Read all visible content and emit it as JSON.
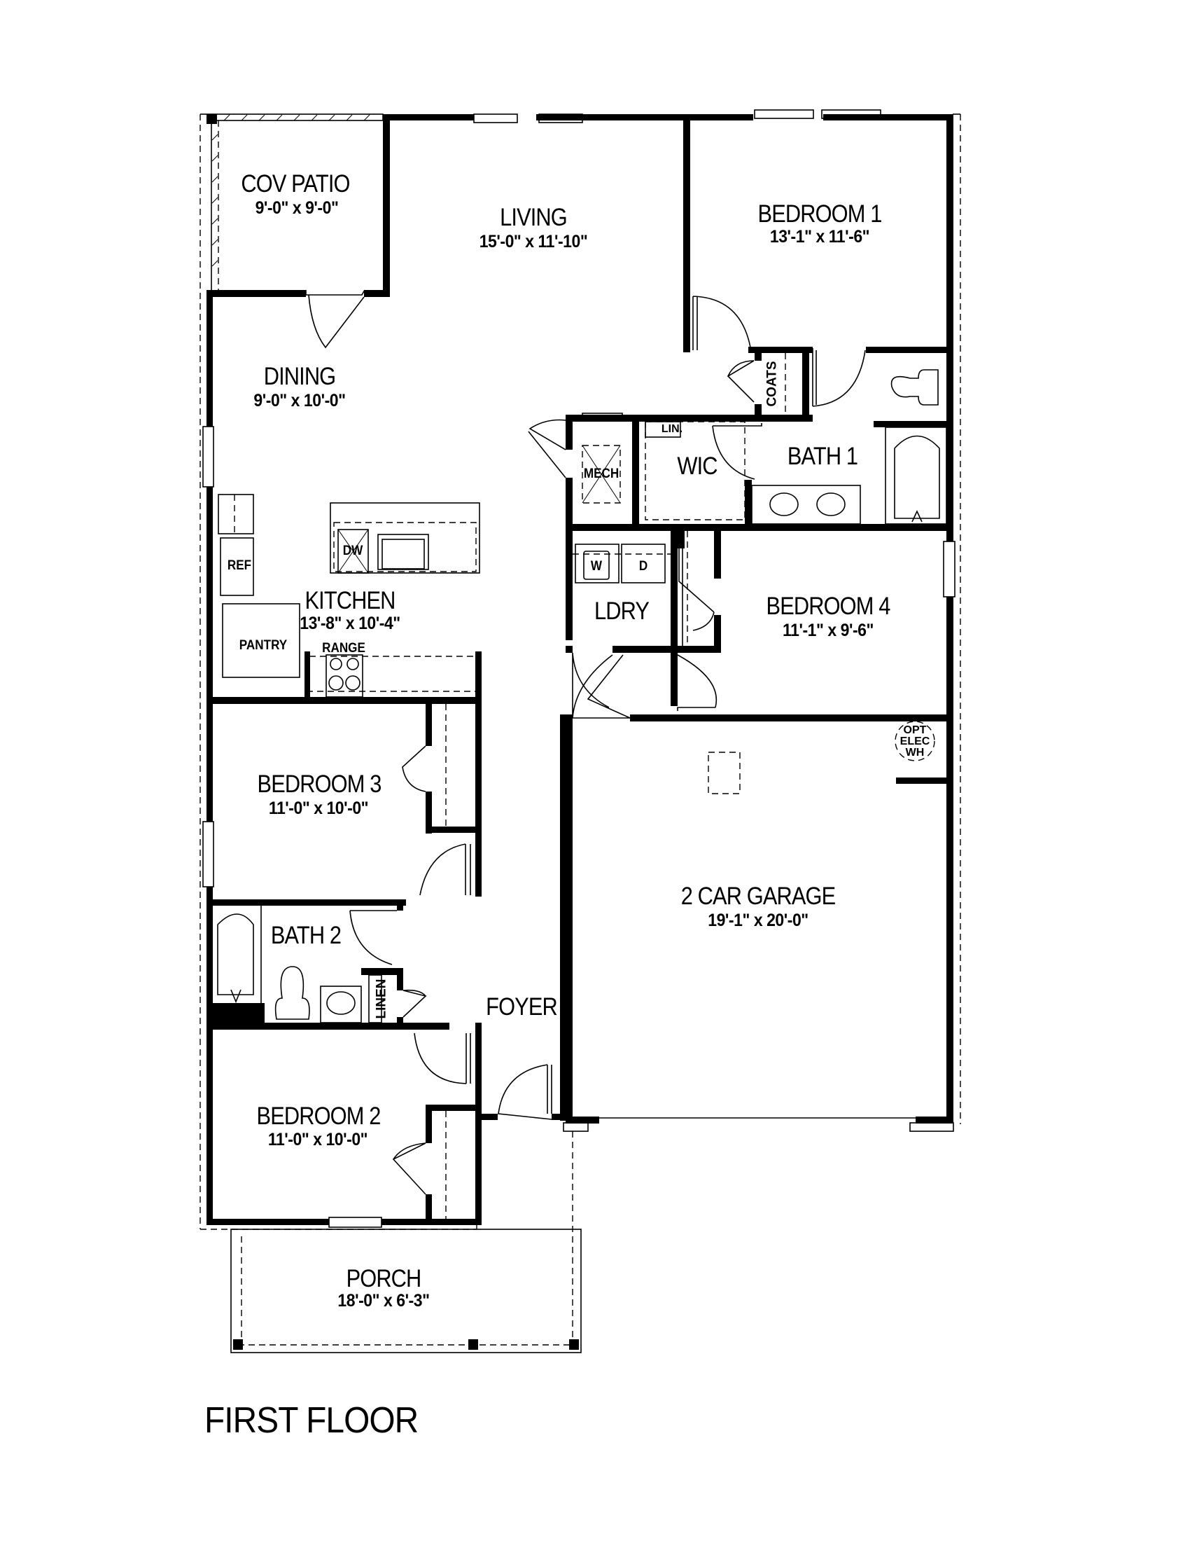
{
  "plan": {
    "title": "FIRST FLOOR",
    "rooms": {
      "cov_patio": {
        "name": "COV PATIO",
        "dims": "9'-0\" x 9'-0\""
      },
      "living": {
        "name": "LIVING",
        "dims": "15'-0\" x 11'-10\""
      },
      "bedroom_1": {
        "name": "BEDROOM 1",
        "dims": "13'-1\" x 11'-6\""
      },
      "dining": {
        "name": "DINING",
        "dims": "9'-0\" x 10'-0\""
      },
      "kitchen": {
        "name": "KITCHEN",
        "dims": "13'-8\" x 10'-4\""
      },
      "bath_1": {
        "name": "BATH 1"
      },
      "wic": {
        "name": "WIC"
      },
      "ldry": {
        "name": "LDRY"
      },
      "bedroom_4": {
        "name": "BEDROOM 4",
        "dims": "11'-1\" x 9'-6\""
      },
      "bedroom_3": {
        "name": "BEDROOM 3",
        "dims": "11'-0\" x 10'-0\""
      },
      "bath_2": {
        "name": "BATH 2"
      },
      "foyer": {
        "name": "FOYER"
      },
      "garage": {
        "name": "2 CAR GARAGE",
        "dims": "19'-1\" x 20'-0\""
      },
      "bedroom_2": {
        "name": "BEDROOM 2",
        "dims": "11'-0\" x 10'-0\""
      },
      "porch": {
        "name": "PORCH",
        "dims": "18'-0\" x 6'-3\""
      }
    },
    "fixtures": {
      "coats": "COATS",
      "lin": "LIN.",
      "mech": "MECH",
      "ref": "REF",
      "dw": "DW",
      "pantry": "PANTRY",
      "range": "RANGE",
      "washer": "W",
      "dryer": "D",
      "linen": "LINEN",
      "water_heater": [
        "OPT",
        "ELEC",
        "WH"
      ]
    }
  }
}
